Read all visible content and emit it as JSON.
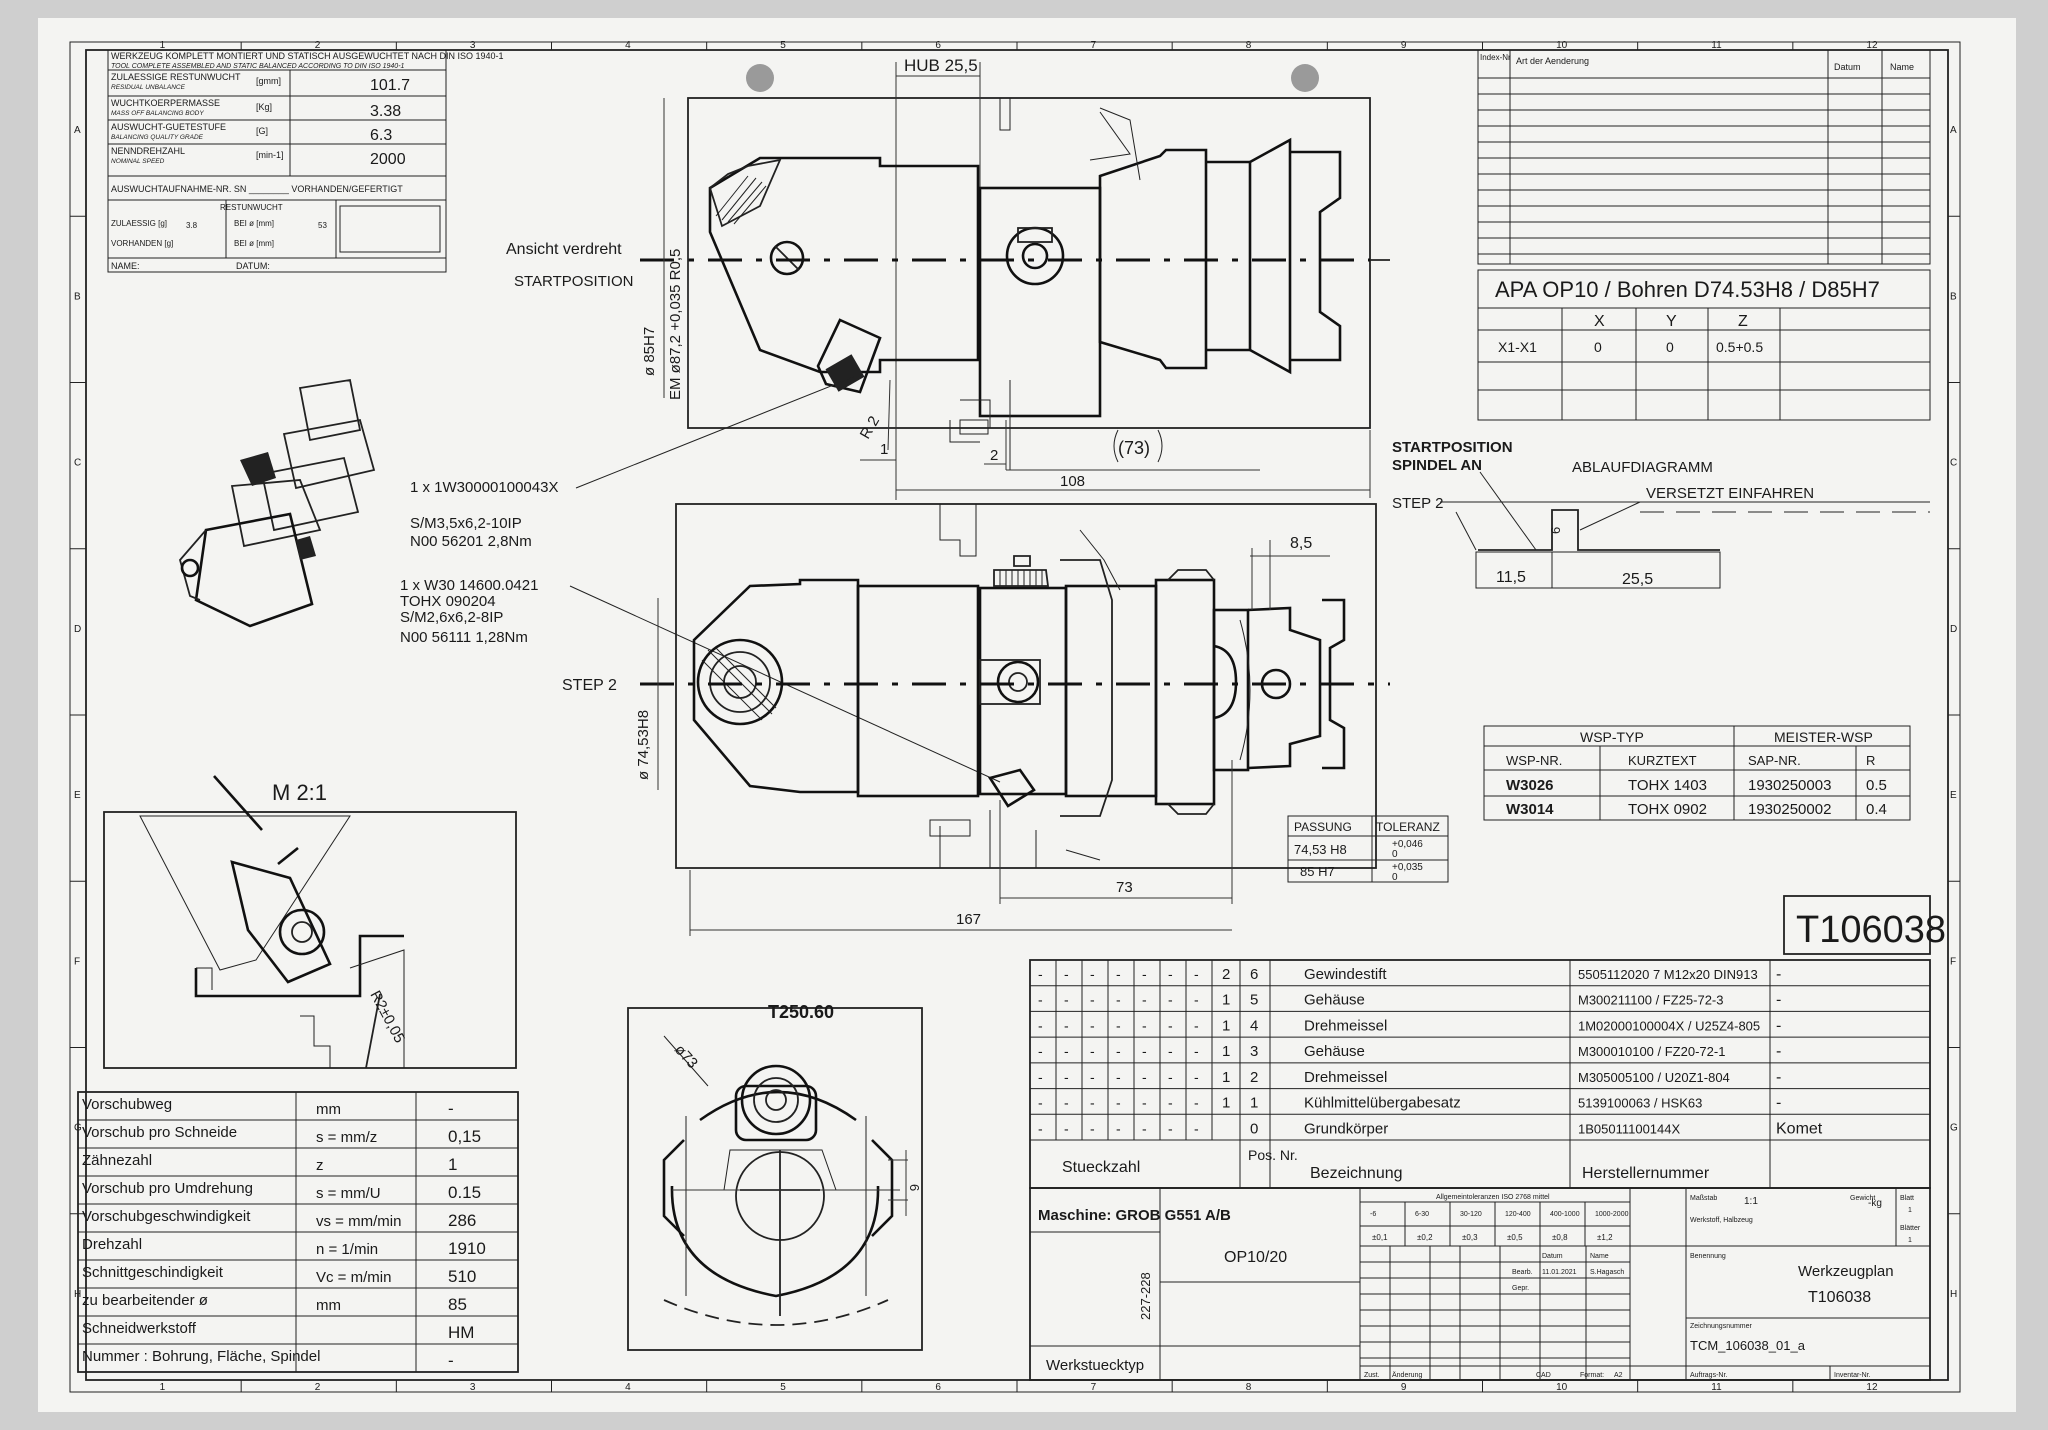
{
  "colors": {
    "paper": "#f4f4f2",
    "ink": "#1c1c1c",
    "background": "#cfcfcf"
  },
  "balance": {
    "header_de": "WERKZEUG KOMPLETT MONTIERT UND STATISCH AUSGEWUCHTET NACH DIN ISO 1940-1",
    "header_en": "TOOL COMPLETE ASSEMBLED AND STATIC BALANCED ACCORDING TO DIN ISO 1940-1",
    "rows": [
      {
        "de": "ZULAESSIGE RESTUNWUCHT",
        "en": "RESIDUAL UNBALANCE",
        "unit": "[gmm]",
        "value": "101.7"
      },
      {
        "de": "WUCHTKOERPERMASSE",
        "en": "MASS OFF BALANCING BODY",
        "unit": "[Kg]",
        "value": "3.38"
      },
      {
        "de": "AUSWUCHT-GUETESTUFE",
        "en": "BALANCING QUALITY GRADE",
        "unit": "[G]",
        "value": "6.3"
      },
      {
        "de": "NENNDREHZAHL",
        "en": "NOMINAL SPEED",
        "unit": "[min-1]",
        "value": "2000"
      }
    ],
    "protocol": "AUSWUCHTAUFNAHME-NR. SN ________ VORHANDEN/GEFERTIGT",
    "restunwucht_title": "RESTUNWUCHT",
    "zulaessig": "ZULAESSIG [g]",
    "zul_val": "3.8",
    "vorhanden": "VORHANDEN [g]",
    "bei1": "BEI ø [mm]",
    "bei1_val": "53",
    "bei2": "BEI ø [mm]",
    "name": "NAME:",
    "datum": "DATUM:"
  },
  "revision": {
    "index": "Index-Nr",
    "art": "Art der Aenderung",
    "datum": "Datum",
    "name": "Name"
  },
  "program": {
    "title": "APA OP10 / Bohren D74.53H8 / D85H7",
    "cols": [
      "X",
      "Y",
      "Z"
    ],
    "row_label": "X1-X1",
    "row_values": [
      "0",
      "0",
      "0.5+0.5"
    ]
  },
  "flow": {
    "start": "STARTPOSITION",
    "spindel": "SPINDEL AN",
    "title": "ABLAUFDIAGRAMM",
    "versetzt": "VERSETZT EINFAHREN",
    "step": "STEP 2",
    "d6": "6",
    "d11": "11,5",
    "d25": "25,5"
  },
  "top_view": {
    "hub": "HUB 25,5",
    "ansicht": "Ansicht verdreht",
    "startpos": "STARTPOSITION",
    "dia85": "ø 85H7",
    "em": "EM ø87,2 +0,035 R0,5",
    "r2": "R 2",
    "d1": "1",
    "d2": "2",
    "d73": "(73)",
    "d108": "108"
  },
  "callouts": {
    "c1": "1 x 1W30000100043X",
    "c1a": "S/M3,5x6,2-10IP",
    "c1b": "N00 56201 2,8Nm",
    "c2": "1 x W30 14600.0421",
    "c2a": "TOHX 090204",
    "c2b": "S/M2,6x6,2-8IP",
    "c2c": "N00 56111 1,28Nm"
  },
  "front_view": {
    "step": "STEP 2",
    "dia": "ø 74,53H8",
    "d85": "8,5",
    "d73": "73",
    "d167": "167"
  },
  "passung": {
    "h1": "PASSUNG",
    "h2": "TOLERANZ",
    "rows": [
      {
        "p": "74,53 H8",
        "tu": "+0,046",
        "tl": "0"
      },
      {
        "p": "85 H7",
        "tu": "+0,035",
        "tl": "0"
      }
    ]
  },
  "wsp": {
    "h1": "WSP-TYP",
    "h2": "MEISTER-WSP",
    "cols": [
      "WSP-NR.",
      "KURZTEXT",
      "SAP-NR.",
      "R"
    ],
    "rows": [
      [
        "W3026",
        "TOHX 1403",
        "1930250003",
        "0.5"
      ],
      [
        "W3014",
        "TOHX 0902",
        "1930250002",
        "0.4"
      ]
    ]
  },
  "tool_no": "T106038",
  "detail": {
    "scale": "M 2:1",
    "radius": "R2±0,05"
  },
  "section": {
    "title": "T250.60",
    "dia": "ø73",
    "d6": "6"
  },
  "params": [
    {
      "label": "Vorschubweg",
      "unit": "mm",
      "value": "-"
    },
    {
      "label": "Vorschub pro Schneide",
      "unit": "s = mm/z",
      "value": "0,15"
    },
    {
      "label": "Zähnezahl",
      "unit": "z",
      "value": "1"
    },
    {
      "label": "Vorschub pro Umdrehung",
      "unit": "s = mm/U",
      "value": "0.15"
    },
    {
      "label": "Vorschubgeschwindigkeit",
      "unit": "vs = mm/min",
      "value": "286"
    },
    {
      "label": "Drehzahl",
      "unit": "n = 1/min",
      "value": "1910"
    },
    {
      "label": "Schnittgeschindigkeit",
      "unit": "Vc = m/min",
      "value": "510"
    },
    {
      "label": "zu bearbeitender ø",
      "unit": "mm",
      "value": "85"
    },
    {
      "label": "Schneidwerkstoff",
      "unit": "",
      "value": "HM"
    },
    {
      "label": "Nummer : Bohrung, Fläche, Spindel",
      "unit": "",
      "value": "-"
    }
  ],
  "bom": {
    "rows": [
      {
        "qty": "2",
        "pos": "6",
        "name": "Gewindestift",
        "number": "5505112020 7 M12x20 DIN913",
        "maker": "-"
      },
      {
        "qty": "1",
        "pos": "5",
        "name": "Gehäuse",
        "number": "M300211100 / FZ25-72-3",
        "maker": "-"
      },
      {
        "qty": "1",
        "pos": "4",
        "name": "Drehmeissel",
        "number": "1M02000100004X / U25Z4-805",
        "maker": "-"
      },
      {
        "qty": "1",
        "pos": "3",
        "name": "Gehäuse",
        "number": "M300010100 / FZ20-72-1",
        "maker": "-"
      },
      {
        "qty": "1",
        "pos": "2",
        "name": "Drehmeissel",
        "number": "M305005100 / U20Z1-804",
        "maker": "-"
      },
      {
        "qty": "1",
        "pos": "1",
        "name": "Kühlmittelübergabesatz",
        "number": "5139100063 / HSK63",
        "maker": "-"
      },
      {
        "qty": "",
        "pos": "0",
        "name": "Grundkörper",
        "number": "1B05011100144X",
        "maker": "Komet"
      }
    ],
    "h_qty": "Stueckzahl",
    "h_pos": "Pos. Nr.",
    "h_name": "Bezeichnung",
    "h_num": "Herstellernummer"
  },
  "title_block": {
    "maschine": "Maschine: GROB G551 A/B",
    "op": "OP10/20",
    "range": "227-228",
    "werkstueck": "Werkstuecktyp",
    "tolerances": "Allgemeintoleranzen ISO 2768 mittel",
    "tol_ranges": [
      "-6",
      "6-30",
      "30-120",
      "120-400",
      "400-1000",
      "1000-2000"
    ],
    "tol_values": [
      "±0,1",
      "±0,2",
      "±0,3",
      "±0,5",
      "±0,8",
      "±1,2"
    ],
    "bearb": "Bearb.",
    "bearb_date": "11.01.2021",
    "bearb_name": "S.Hagasch",
    "gepr": "Gepr.",
    "datum": "Datum",
    "name": "Name",
    "massstab": "Maßstab",
    "massstab_val": "1:1",
    "gewicht": "Gewicht",
    "gewicht_val": "-kg",
    "werkstoff": "Werkstoff, Halbzeug",
    "benennung": "Benennung",
    "title1": "Werkzeugplan",
    "title2": "T106038",
    "zeichnung": "Zeichnungsnummer",
    "zeichnung_val": "TCM_106038_01_a",
    "blatt": "Blatt",
    "blatt_val": "1",
    "blaetter": "Blätter",
    "blaetter_val": "1",
    "auftrag": "Auftrags-Nr.",
    "inventar": "Inventar-Nr.",
    "zust": "Zust.",
    "aenderung": "Änderung",
    "cad": "CAD",
    "format": "Format:",
    "format_val": "A2"
  },
  "grid": {
    "cols": [
      "1",
      "2",
      "3",
      "4",
      "5",
      "6",
      "7",
      "8",
      "9",
      "10",
      "11",
      "12"
    ],
    "rows": [
      "A",
      "B",
      "C",
      "D",
      "E",
      "F",
      "G",
      "H"
    ]
  }
}
